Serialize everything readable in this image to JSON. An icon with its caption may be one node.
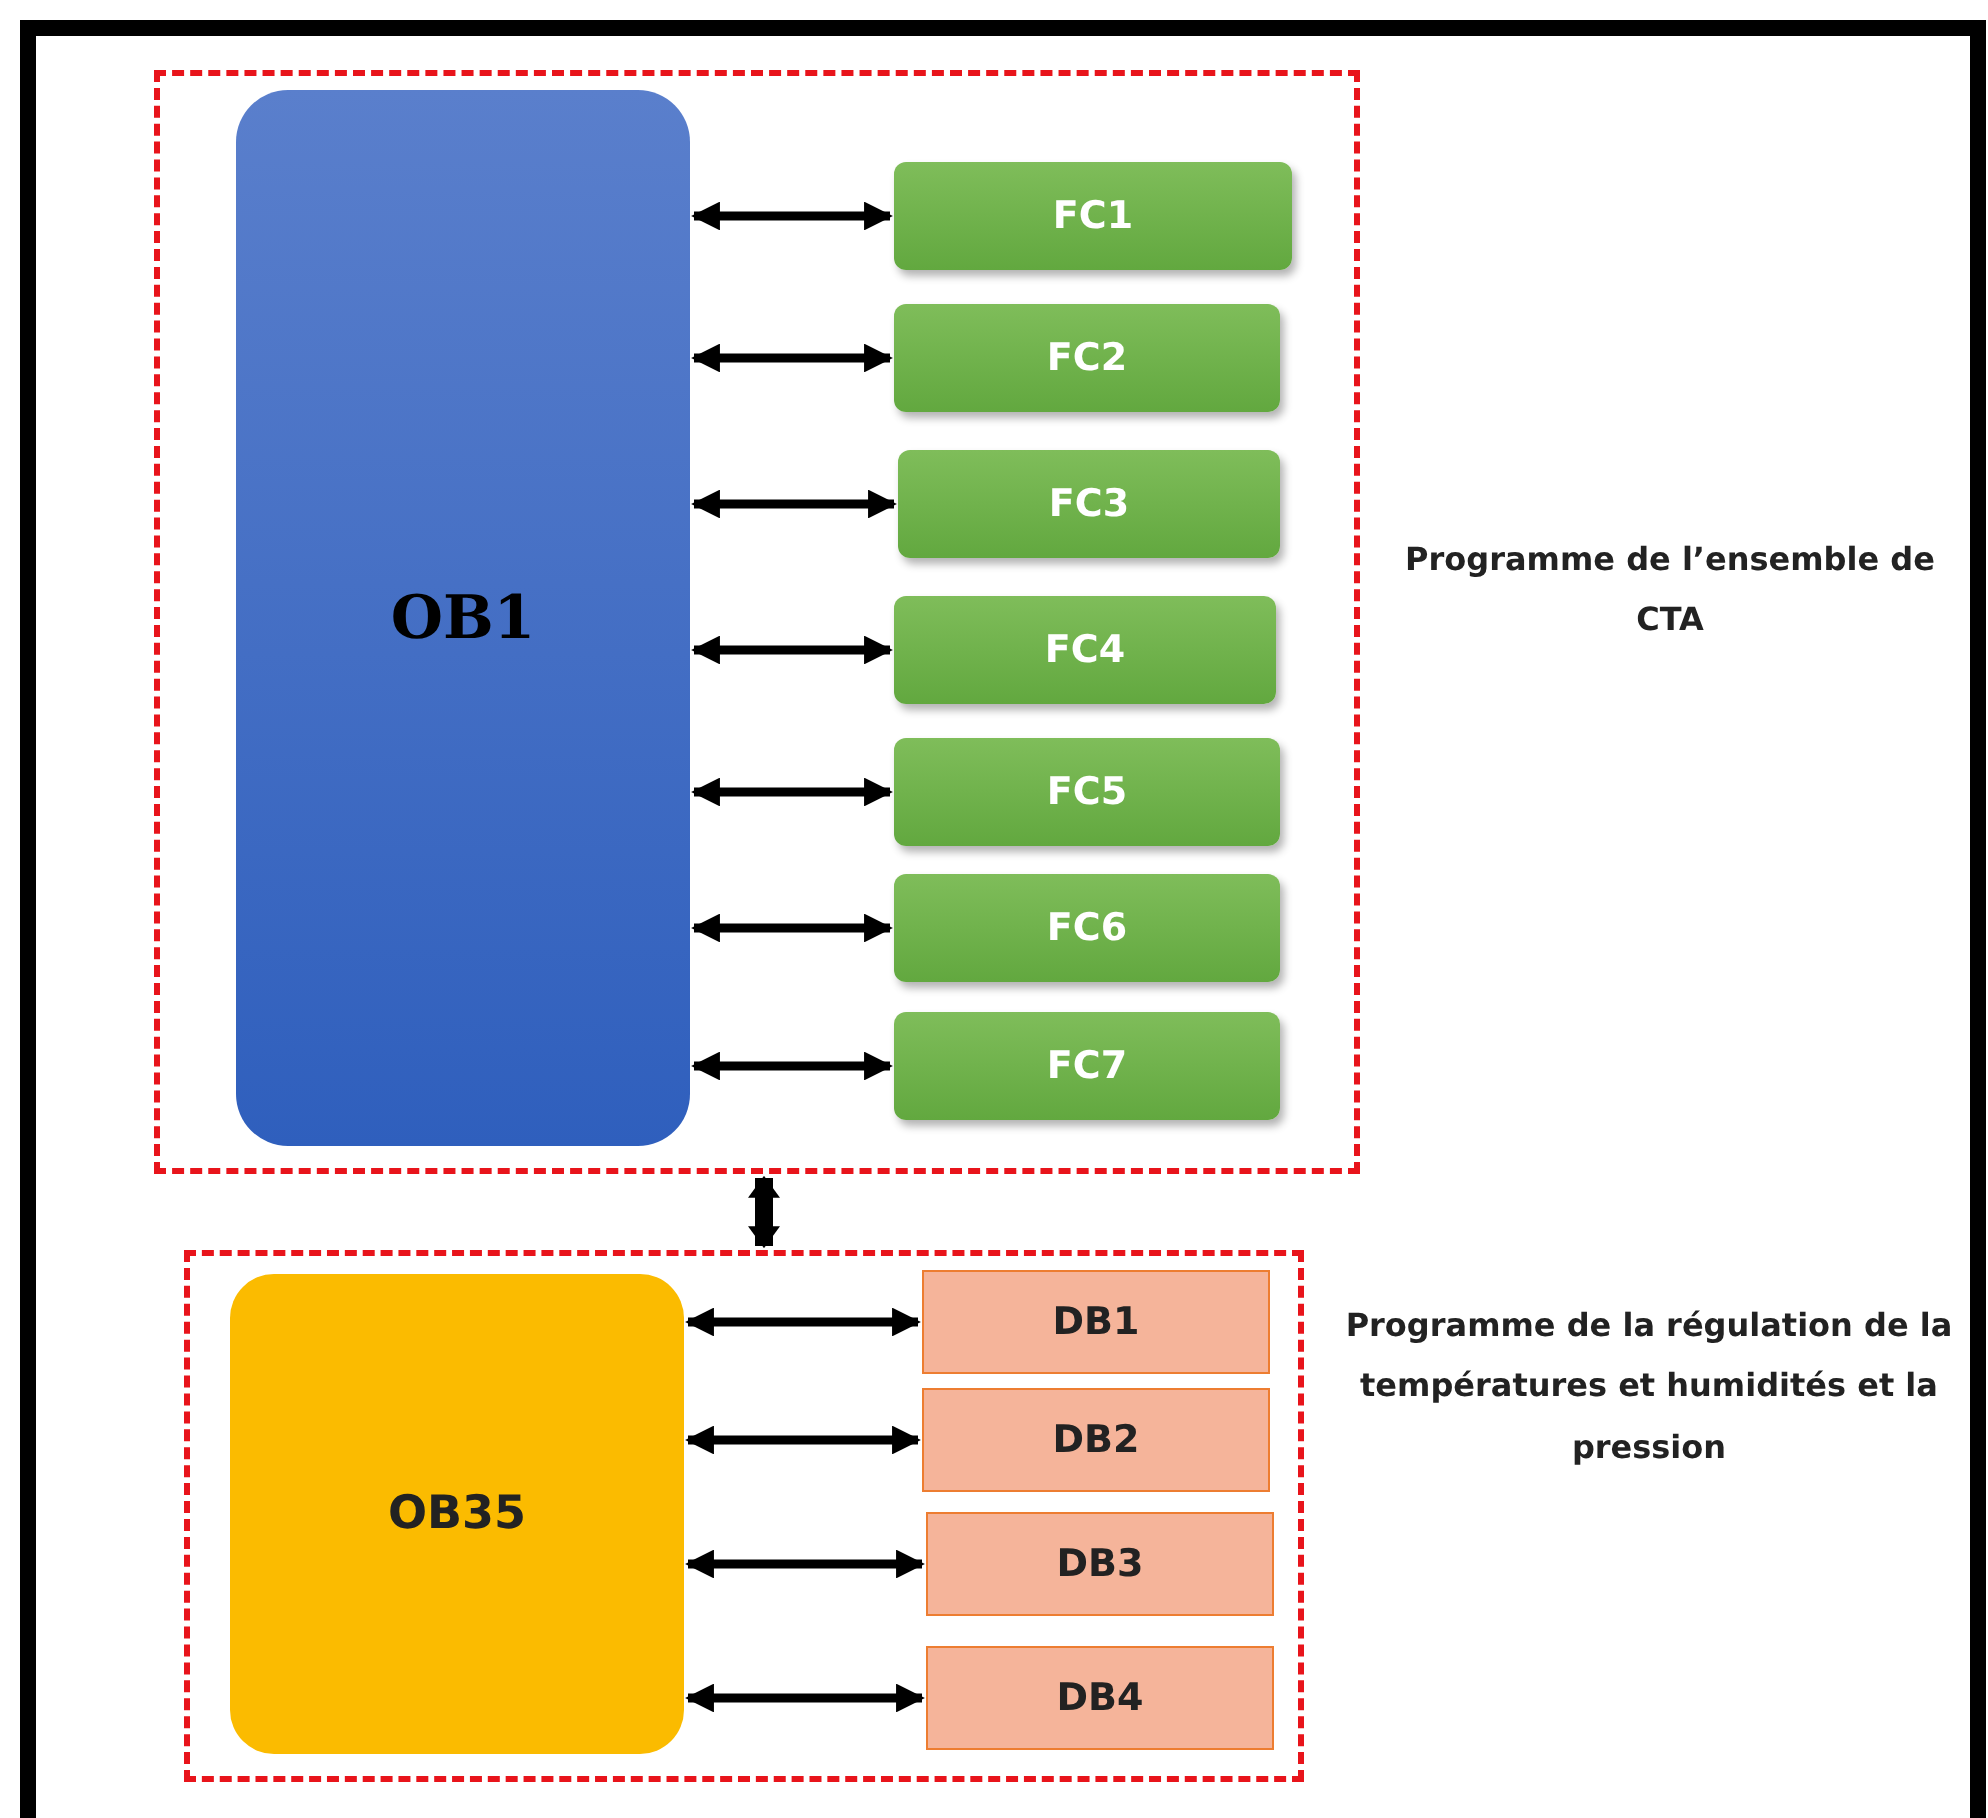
{
  "diagram": {
    "nodes": [
      {
        "text": [],
        "shape": "box",
        "beside": [
          "Programme de l’ensemble de CTA"
        ]
      },
      {
        "text": [
          "OB1"
        ],
        "in": 0
      },
      {
        "text": [
          "FC1"
        ],
        "in": 0
      },
      {
        "text": [
          "FC2"
        ],
        "in": 0
      },
      {
        "text": [
          "FC3"
        ],
        "in": 0
      },
      {
        "text": [
          "FC4"
        ],
        "in": 0
      },
      {
        "text": [
          "FC5"
        ],
        "in": 0
      },
      {
        "text": [
          "FC6"
        ],
        "in": 0
      },
      {
        "text": [
          "FC7"
        ],
        "in": 0
      },
      {
        "text": [],
        "shape": "box",
        "beside": [
          "Programme de la régulation de la températures et humidités et la pression"
        ]
      },
      {
        "text": [
          "OB35"
        ],
        "in": 9
      },
      {
        "text": [
          "DB1"
        ],
        "in": 9
      },
      {
        "text": [
          "DB2"
        ],
        "in": 9
      },
      {
        "text": [
          "DB3"
        ],
        "in": 9
      },
      {
        "text": [
          "DB4"
        ],
        "in": 9
      }
    ],
    "edges": [
      {
        "from": 1,
        "to": 2,
        "arrow": "both"
      },
      {
        "from": 1,
        "to": 3,
        "arrow": "both"
      },
      {
        "from": 1,
        "to": 4,
        "arrow": "both"
      },
      {
        "from": 1,
        "to": 5,
        "arrow": "both"
      },
      {
        "from": 1,
        "to": 6,
        "arrow": "both"
      },
      {
        "from": 1,
        "to": 7,
        "arrow": "both"
      },
      {
        "from": 1,
        "to": 8,
        "arrow": "both"
      },
      {
        "from": 0,
        "to": 9,
        "arrow": "both",
        "style": "thick"
      },
      {
        "from": 10,
        "to": 11,
        "arrow": "both"
      },
      {
        "from": 10,
        "to": 12,
        "arrow": "both"
      },
      {
        "from": 10,
        "to": 13,
        "arrow": "both"
      },
      {
        "from": 10,
        "to": 14,
        "arrow": "both"
      }
    ]
  }
}
